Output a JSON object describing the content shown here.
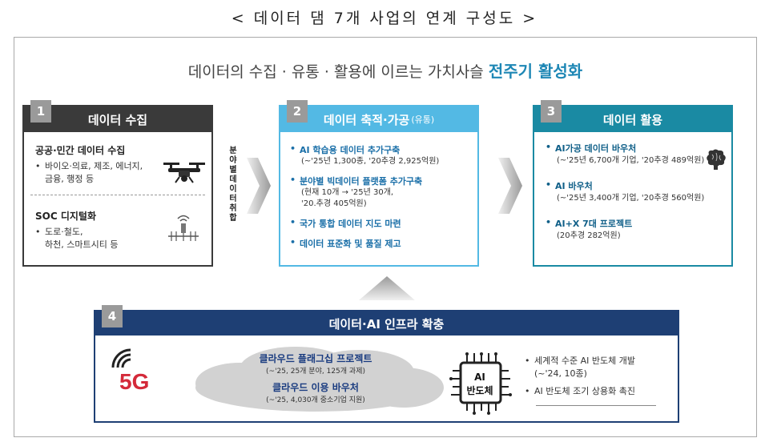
{
  "page_title": "< 데이터 댐 7개 사업의 연계 구성도 >",
  "headline": {
    "prefix": "데이터의 수집 · 유통 · 활용에 이르는 가치사슬 ",
    "accent": "전주기 활성화"
  },
  "box1": {
    "num": "1",
    "title": "데이터 수집",
    "sec1_heading": "공공·민간 데이터 수집",
    "sec1_items": [
      "바이오·의료, 제조, 에너지,",
      "금융, 행정 등"
    ],
    "sec2_heading": "SOC 디지털화",
    "sec2_items": [
      "도로·철도,",
      "하천, 스마트시티 등"
    ],
    "icons": [
      "drone-icon",
      "sensor-icon"
    ]
  },
  "vertical_label": [
    "분",
    "야",
    "별",
    "데",
    "이",
    "터",
    "취",
    "합"
  ],
  "box2": {
    "num": "2",
    "title": "데이터 축적·가공",
    "title_small": "(유통)",
    "items": [
      {
        "title": "AI 학습용 데이터 추가구축",
        "sub": [
          "(~'25년 1,300종, '20추경 2,925억원)"
        ]
      },
      {
        "title": "분야별 빅데이터 플랫폼 추가구축",
        "sub": [
          "(현재 10개 → '25년 30개,",
          "'20.추경 405억원)"
        ]
      },
      {
        "title": "국가 통합 데이터 지도 마련",
        "sub": []
      },
      {
        "title": "데이터 표준화 및 품질 제고",
        "sub": []
      }
    ]
  },
  "box3": {
    "num": "3",
    "title": "데이터 활용",
    "items": [
      {
        "title": "AI가공 데이터 바우처",
        "sub": "(~'25년 6,700개 기업, '20추경 489억원)"
      },
      {
        "title": "AI 바우처",
        "sub": "(~'25년 3,400개 기업, '20추경 560억원)"
      },
      {
        "title": "AI+X 7대 프로젝트",
        "sub": "(20추경 282억원)"
      }
    ],
    "icons": [
      "brain-icon"
    ]
  },
  "box4": {
    "num": "4",
    "title": "데이터·AI 인프라 확충",
    "fiveg_label": "5G",
    "cloud_items": [
      {
        "title": "클라우드 플래그십 프로젝트",
        "sub": "(~'25, 25개 분야, 125개 과제)"
      },
      {
        "title": "클라우드 이용 바우처",
        "sub": "(~'25, 4,030개 중소기업 지원)"
      }
    ],
    "chip_label_1": "AI",
    "chip_label_2": "반도체",
    "items": [
      "세계적 수준 AI 반도체 개발",
      "(~'24, 10종)",
      "AI 반도체  조기 상용화 촉진"
    ],
    "icons": [
      "wifi-signal-icon",
      "cloud-icon",
      "chip-icon"
    ]
  },
  "colors": {
    "box1": "#3a3a3a",
    "box2": "#53b9e4",
    "box3": "#1a8aa3",
    "box4": "#1e3f74",
    "accent": "#1e87b5",
    "fiveg": "#d42a3a"
  }
}
